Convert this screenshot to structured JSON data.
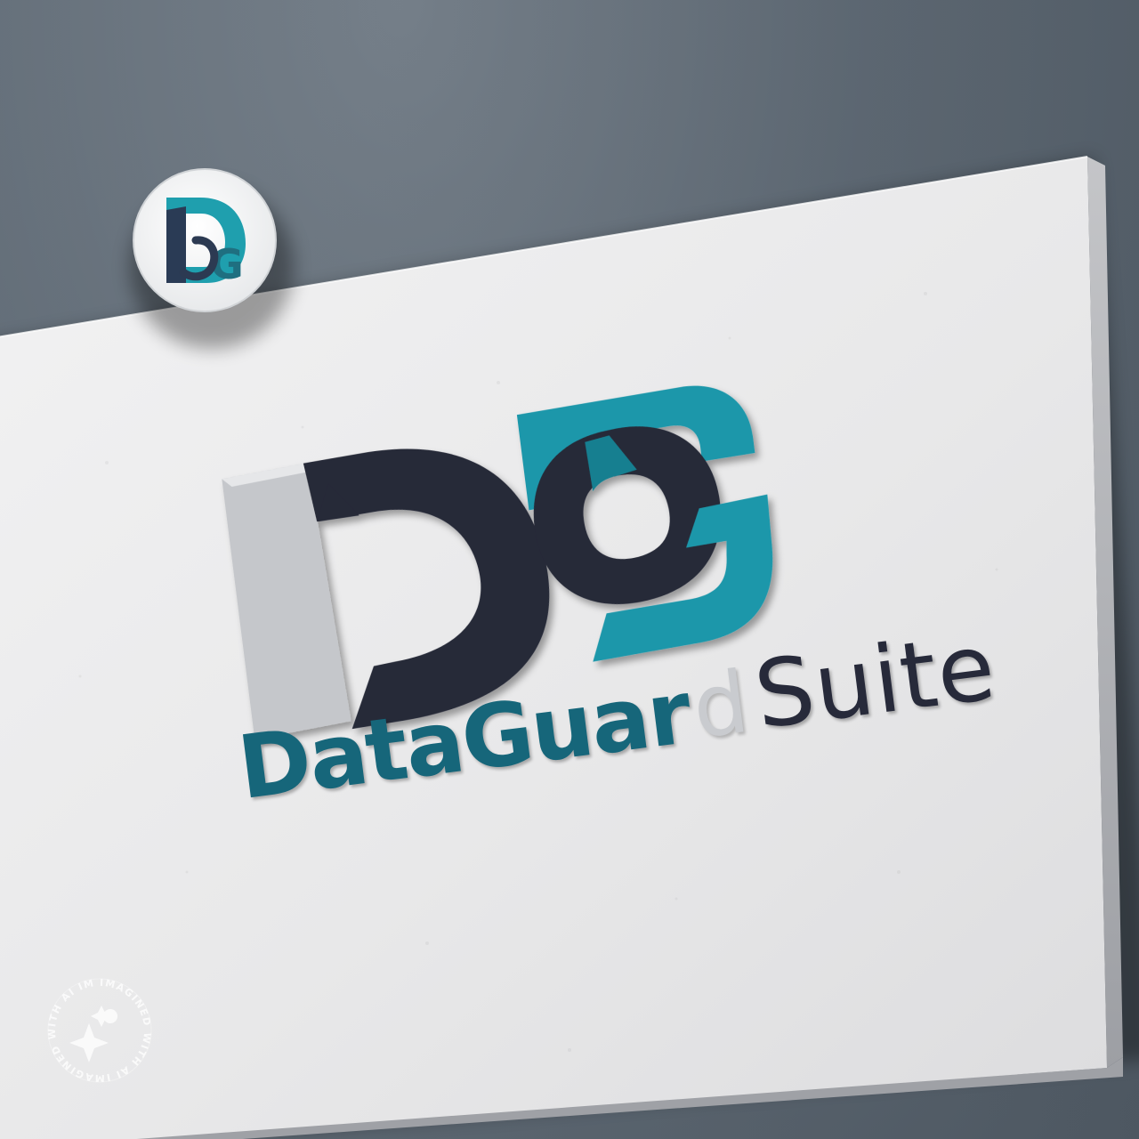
{
  "brand": {
    "wordmark_part1": "Data",
    "wordmark_part2": "Guar",
    "wordmark_part3": "d",
    "wordmark_part4": "Suite",
    "monogram": "DG"
  },
  "watermark": {
    "ring_text": "IMAGINED WITH AI IMAGINED WITH AI IMAGINED WITH AI "
  },
  "colors": {
    "teal": "#1a9aac",
    "deep_teal": "#16667a",
    "navy": "#272a3a",
    "light_gray": "#c9cbcf",
    "card": "#ebebec"
  },
  "icons": {
    "badge": "dg-badge-icon",
    "monogram": "dg-monogram-icon",
    "watermark": "ai-sparkle-icon"
  }
}
